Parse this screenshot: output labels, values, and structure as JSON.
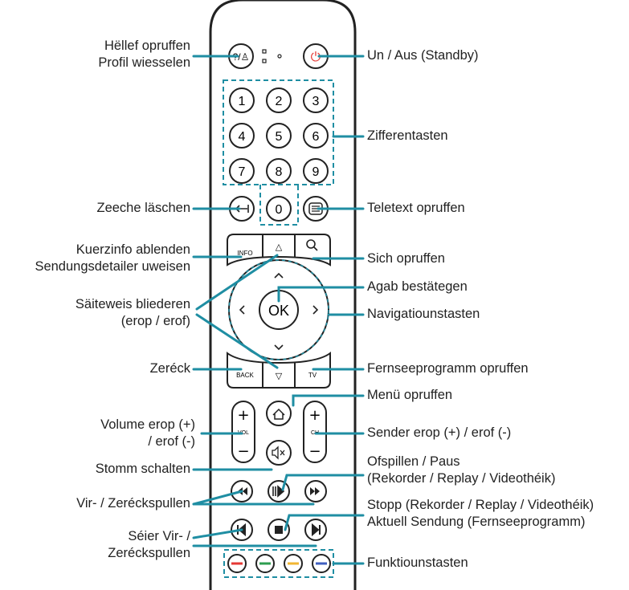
{
  "remote": {
    "buttons": {
      "help": "?/♙",
      "power": "⏻",
      "digits": [
        "1",
        "2",
        "3",
        "4",
        "5",
        "6",
        "7",
        "8",
        "9",
        "0"
      ],
      "info": "INFO",
      "ok": "OK",
      "back": "BACK",
      "tv": "TV",
      "vol": "VOL",
      "ch": "CH"
    },
    "colors": {
      "accent": "#1f8ea3",
      "power": "#e53935",
      "red": "#e53935",
      "green": "#2e9e4f",
      "yellow": "#f2b632",
      "blue": "#3f5fbf"
    }
  },
  "labels": {
    "help_1": "Hëllef opruffen",
    "help_2": "Profil wiesselen",
    "power": "Un / Aus (Standby)",
    "digits": "Zifferentasten",
    "delete": "Zeeche läschen",
    "teletext": "Teletext opruffen",
    "info_1": "Kuerzinfo ablenden",
    "info_2": "Sendungsdetailer uweisen",
    "search": "Sich opruffen",
    "ok": "Agab bestätegen",
    "page_1": "Säiteweis bliederen",
    "page_2": "(erop / erof)",
    "nav": "Navigatiounstasten",
    "back": "Zeréck",
    "epg": "Fernseeprogramm opruffen",
    "menu": "Menü opruffen",
    "vol_1": "Volume erop (+)",
    "vol_2": "/ erof (-)",
    "channel": "Sender erop (+) / erof (-)",
    "mute": "Stomm schalten",
    "play_1": "Ofspillen / Paus",
    "play_2": "(Rekorder / Replay / Videothéik)",
    "rewind": "Vir- / Zeréckspullen",
    "stop_1": "Stopp (Rekorder / Replay / Videothéik)",
    "stop_2": "Aktuell Sendung (Fernseeprogramm)",
    "skip_1": "Séier Vir- /",
    "skip_2": "Zeréckspullen",
    "function": "Funktiounstasten"
  }
}
